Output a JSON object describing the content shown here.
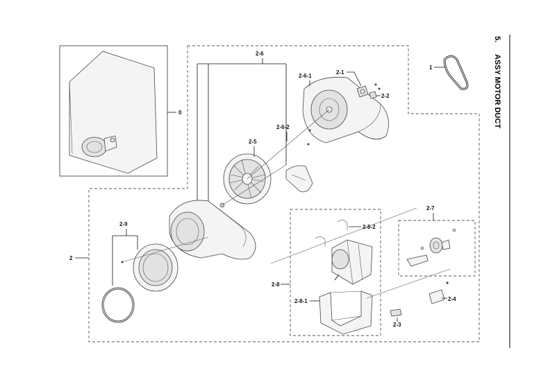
{
  "section": {
    "number": "5.",
    "title": "ASSY MOTOR DUCT"
  },
  "labels": {
    "l_0": "0",
    "l_1": "1",
    "l_2": "2",
    "l_2_1": "2-1",
    "l_2_2": "2-2",
    "l_2_3": "2-3",
    "l_2_4": "2-4",
    "l_2_5": "2-5",
    "l_2_6": "2-6",
    "l_2_6_1": "2-6-1",
    "l_2_6_2": "2-6-2",
    "l_2_7": "2-7",
    "l_2_8": "2-8",
    "l_2_8_1": "2-8-1",
    "l_2_8_2": "2-8-2",
    "l_2_9": "2-9"
  }
}
